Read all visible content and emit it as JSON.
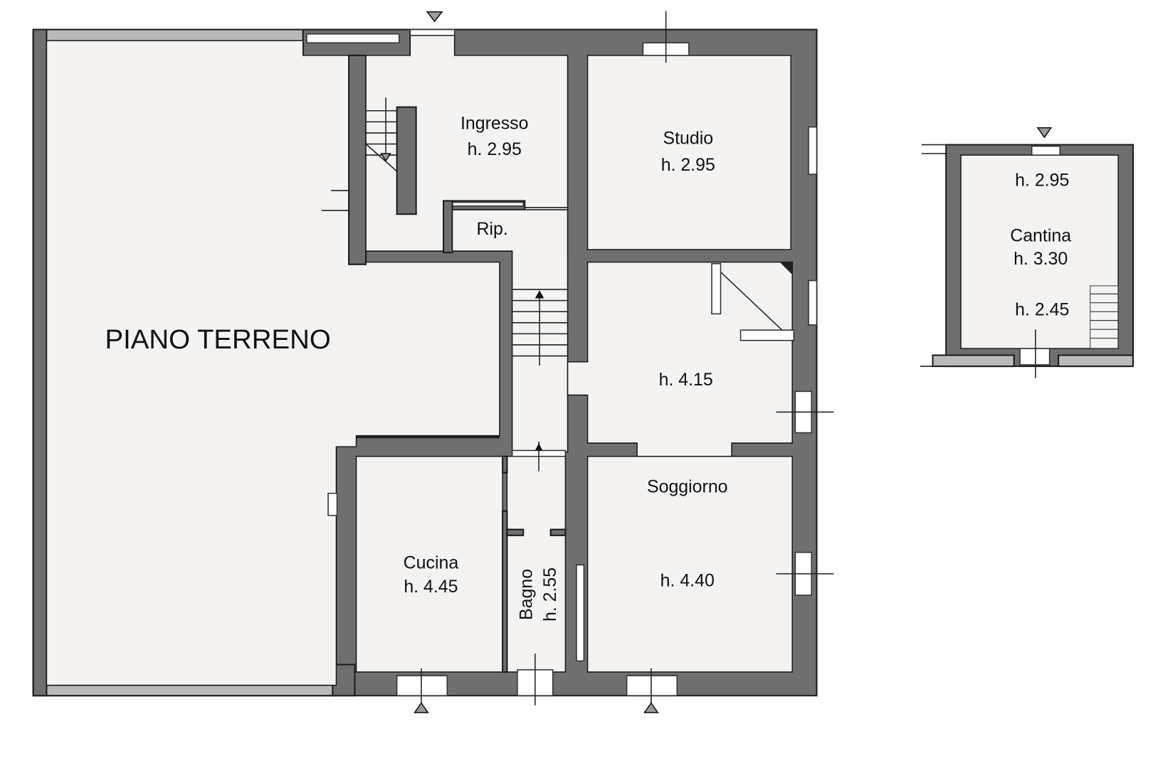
{
  "floor_title": "PIANO TERRENO",
  "rooms": {
    "ingresso": {
      "name": "Ingresso",
      "height": "h. 2.95"
    },
    "studio": {
      "name": "Studio",
      "height": "h. 2.95"
    },
    "ripostiglio": {
      "name": "Rip."
    },
    "room_center": {
      "height": "h. 4.15"
    },
    "soggiorno": {
      "name": "Soggiorno",
      "height": "h. 4.40"
    },
    "cucina": {
      "name": "Cucina",
      "height": "h. 4.45"
    },
    "bagno": {
      "name": "Bagno",
      "height": "h. 2.55"
    },
    "cantina": {
      "name": "Cantina",
      "height": "h. 3.30",
      "height_top": "h. 2.95",
      "height_bottom": "h. 2.45"
    }
  },
  "colors": {
    "wall": "#6f6f6f",
    "floor": "#f4f3f1",
    "outline": "#1c1c1c"
  }
}
